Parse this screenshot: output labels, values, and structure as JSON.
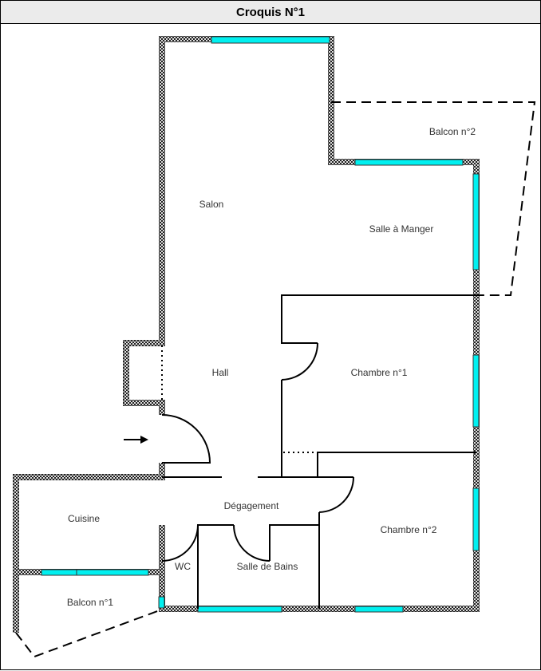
{
  "title": "Croquis N°1",
  "rooms": {
    "salon": "Salon",
    "salle_a_manger": "Salle à Manger",
    "balcon2": "Balcon n°2",
    "hall": "Hall",
    "chambre1": "Chambre n°1",
    "degagement": "Dégagement",
    "cuisine": "Cuisine",
    "chambre2": "Chambre n°2",
    "wc": "WC",
    "salle_de_bains": "Salle de Bains",
    "balcon1": "Balcon n°1"
  },
  "colors": {
    "window": "#00f0f0",
    "header": "#ebebeb"
  }
}
